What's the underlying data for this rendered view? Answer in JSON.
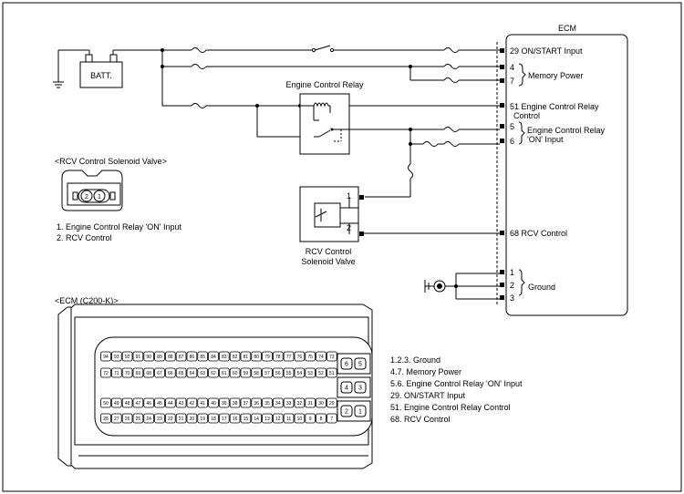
{
  "ecm": {
    "title": "ECM",
    "pins": {
      "p29": "29",
      "p4": "4",
      "p7": "7",
      "p51": "51",
      "p5": "5",
      "p6": "6",
      "p68": "68",
      "p1": "1",
      "p2": "2",
      "p3": "3"
    },
    "labels": {
      "on_start": "29 ON/START Input",
      "memory_power": "Memory Power",
      "relay_control_line1": "51 Engine Control Relay",
      "relay_control_line2": "Control",
      "relay_on_line1": "Engine Control Relay",
      "relay_on_line2": "'ON' Input",
      "rcv_control": "68 RCV Control",
      "ground": "Ground"
    }
  },
  "battery": {
    "label": "BATT."
  },
  "relay": {
    "label": "Engine Control Relay"
  },
  "rcv_valve": {
    "label_line1": "RCV Control",
    "label_line2": "Solenoid Valve",
    "pin1": "1",
    "pin2": "2"
  },
  "rcv_connector": {
    "title": "<RCV Control Solenoid Valve>",
    "pin_a": "2",
    "pin_b": "1",
    "legend": [
      "1. Engine Control Relay 'ON' Input",
      "2. RCV Control"
    ]
  },
  "ecm_connector": {
    "title": "<ECM (C200-K)>",
    "rows": [
      [
        "94",
        "93",
        "92",
        "91",
        "90",
        "89",
        "88",
        "87",
        "86",
        "85",
        "84",
        "83",
        "82",
        "81",
        "80",
        "79",
        "78",
        "77",
        "76",
        "75",
        "74",
        "73"
      ],
      [
        "72",
        "71",
        "70",
        "69",
        "68",
        "67",
        "66",
        "65",
        "64",
        "63",
        "62",
        "61",
        "60",
        "59",
        "58",
        "57",
        "56",
        "55",
        "54",
        "53",
        "52",
        "51"
      ],
      [
        "50",
        "49",
        "48",
        "47",
        "46",
        "45",
        "44",
        "43",
        "42",
        "41",
        "40",
        "39",
        "38",
        "37",
        "36",
        "35",
        "34",
        "33",
        "32",
        "31",
        "30",
        "29"
      ],
      [
        "28",
        "27",
        "26",
        "25",
        "24",
        "23",
        "22",
        "21",
        "20",
        "19",
        "18",
        "17",
        "16",
        "15",
        "14",
        "13",
        "12",
        "11",
        "10",
        "9",
        "8",
        "7"
      ]
    ],
    "side_pins": [
      "6",
      "5",
      "4",
      "3",
      "2",
      "1"
    ],
    "legend": [
      "1.2.3. Ground",
      "4.7. Memory Power",
      "5.6. Engine Control Relay 'ON' Input",
      "29. ON/START Input",
      "51. Engine Control Relay Control",
      "68. RCV Control"
    ]
  }
}
